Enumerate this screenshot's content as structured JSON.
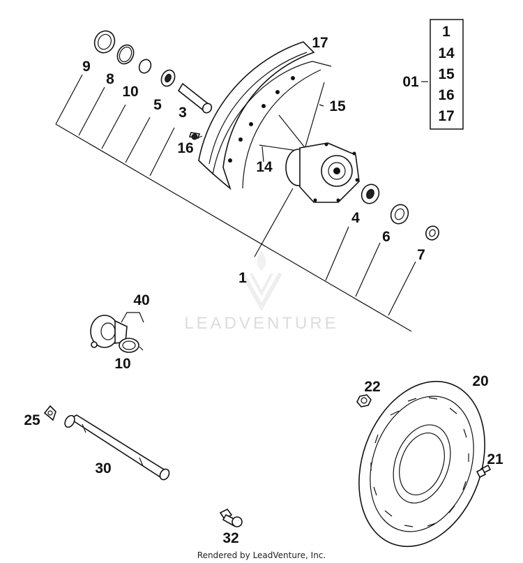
{
  "callouts": {
    "c9": "9",
    "c8": "8",
    "c10a": "10",
    "c5": "5",
    "c3": "3",
    "c16": "16",
    "c14": "14",
    "c17": "17",
    "c15": "15",
    "c4": "4",
    "c6": "6",
    "c7": "7",
    "c1": "1",
    "c40": "40",
    "c10b": "10",
    "c22": "22",
    "c20": "20",
    "c21": "21",
    "c25": "25",
    "c30": "30",
    "c32": "32",
    "c01": "01"
  },
  "kit_box": {
    "items": [
      "1",
      "14",
      "15",
      "16",
      "17"
    ]
  },
  "watermark": {
    "text": "LEADVENTURE"
  },
  "footer": {
    "text": "Rendered by LeadVenture, Inc."
  }
}
